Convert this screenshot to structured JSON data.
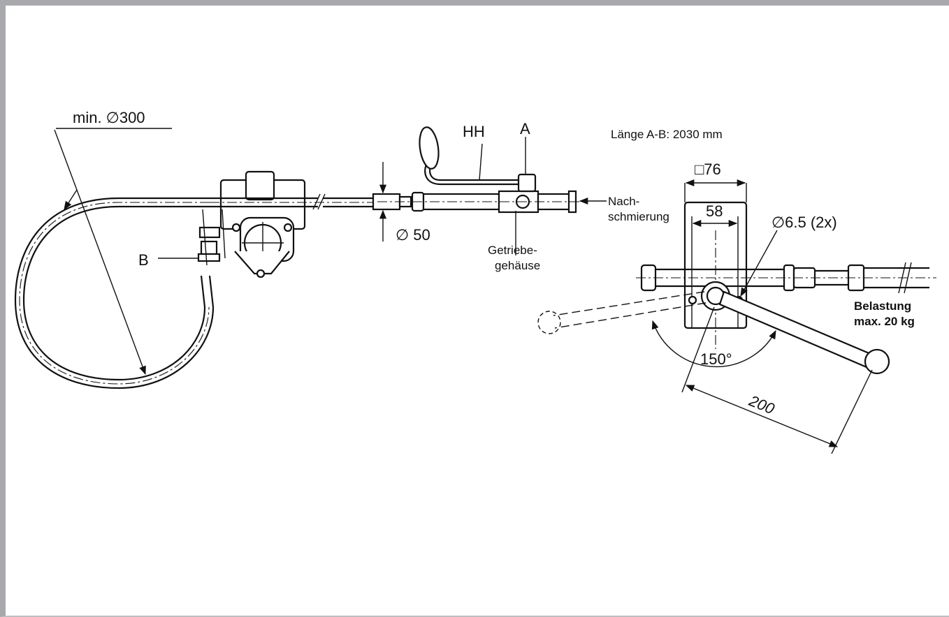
{
  "labels": {
    "min_diameter": "min. ∅300",
    "handle": "HH",
    "point_a": "A",
    "point_b": "B",
    "length_ab": "Länge A-B: 2030 mm",
    "square": "□76",
    "width58": "58",
    "hole": "∅6.5 (2x)",
    "diameter50": "∅ 50",
    "lube_line1": "Nach-",
    "lube_line2": "schmierung",
    "housing_line1": "Getriebe-",
    "housing_line2": "gehäuse",
    "angle": "150°",
    "crank_length": "200",
    "load_line1": "Belastung",
    "load_line2": "max. 20 kg"
  },
  "colors": {
    "frame": "#a7a9ac",
    "ink": "#111111",
    "background": "#ffffff"
  }
}
